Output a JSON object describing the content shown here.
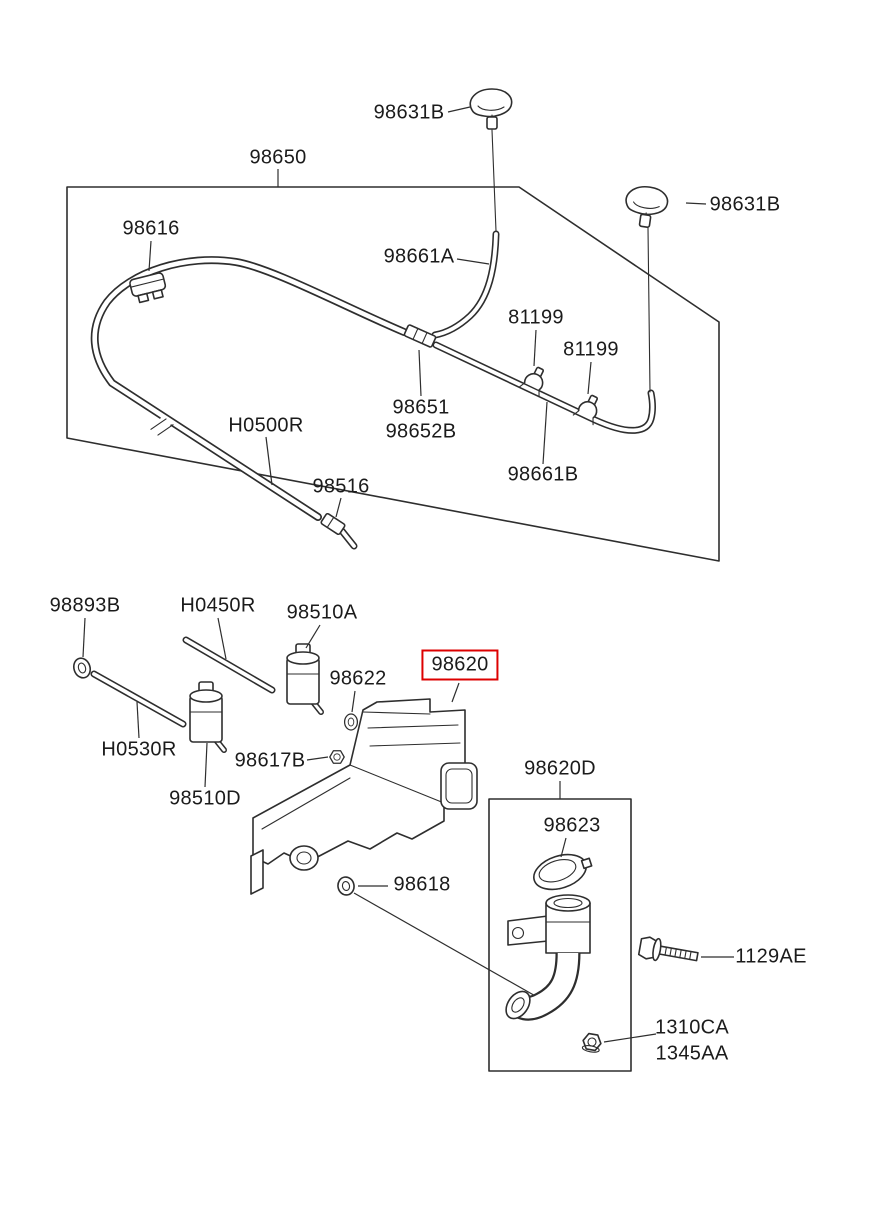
{
  "diagram": {
    "description": "Windshield washer system exploded parts diagram",
    "background_color": "#ffffff",
    "line_color": "#2e2e2e",
    "highlight_color": "#dd0000",
    "highlighted_part": "98620"
  },
  "labels": {
    "nozzle_top": "98631B",
    "hose_assembly": "98650",
    "nozzle_right": "98631B",
    "clip": "98616",
    "hose_a": "98661A",
    "clamp_1": "81199",
    "clamp_2": "81199",
    "connector_a": "98651",
    "connector_b": "98652B",
    "hose_main": "H0500R",
    "hose_b": "98661B",
    "joint": "98516",
    "grommet_a": "98893B",
    "hose_c": "H0450R",
    "pump_a": "98510A",
    "reservoir": "98620",
    "grommet_b": "98622",
    "hose_d": "H0530R",
    "screw_clip": "98617B",
    "pump_b": "98510D",
    "inlet_assembly": "98620D",
    "cap": "98623",
    "ring": "98618",
    "bolt": "1129AE",
    "nut_a": "1310CA",
    "nut_b": "1345AA"
  }
}
